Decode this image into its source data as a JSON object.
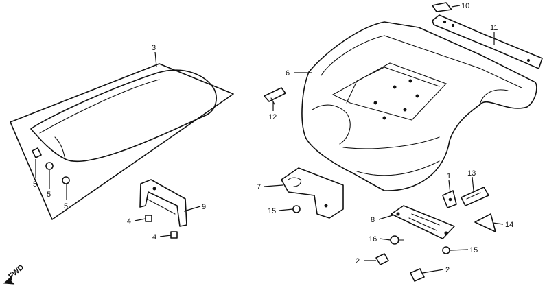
{
  "diagram": {
    "fwd_label": "FWD",
    "callouts": [
      {
        "id": "c3",
        "text": "3"
      },
      {
        "id": "c5a",
        "text": "5"
      },
      {
        "id": "c5b",
        "text": "5"
      },
      {
        "id": "c5c",
        "text": "5"
      },
      {
        "id": "c4a",
        "text": "4"
      },
      {
        "id": "c4b",
        "text": "4"
      },
      {
        "id": "c9",
        "text": "9"
      },
      {
        "id": "c6",
        "text": "6"
      },
      {
        "id": "c12",
        "text": "12"
      },
      {
        "id": "c10",
        "text": "10"
      },
      {
        "id": "c11",
        "text": "11"
      },
      {
        "id": "c7",
        "text": "7"
      },
      {
        "id": "c15a",
        "text": "15"
      },
      {
        "id": "c1",
        "text": "1"
      },
      {
        "id": "c13",
        "text": "13"
      },
      {
        "id": "c14",
        "text": "14"
      },
      {
        "id": "c8",
        "text": "8"
      },
      {
        "id": "c16",
        "text": "16"
      },
      {
        "id": "c15b",
        "text": "15"
      },
      {
        "id": "c2a",
        "text": "2"
      },
      {
        "id": "c2b",
        "text": "2"
      }
    ]
  }
}
